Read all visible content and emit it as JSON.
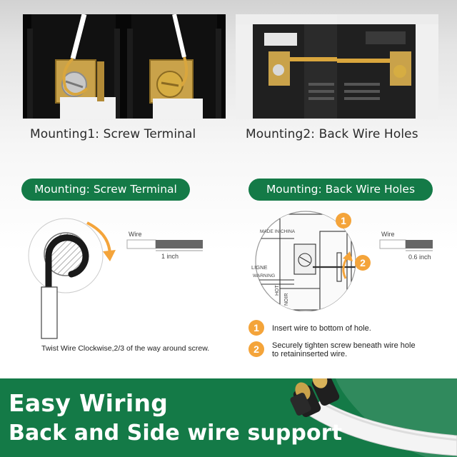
{
  "top_section": {
    "caption_left": "Mounting1: Screw Terminal",
    "caption_right": "Mounting2: Back Wire Holes"
  },
  "screw_terminal": {
    "title": "Mounting: Screw Terminal",
    "wire_label": "Wire",
    "length_label": "1 inch",
    "instruction": "Twist Wire Clockwise,2/3 of the way around screw."
  },
  "back_wire": {
    "title": "Mounting: Back Wire Holes",
    "wire_label": "Wire",
    "length_label": "0.6 inch",
    "markers": [
      "1",
      "2"
    ],
    "steps": [
      {
        "number": "1",
        "text": "Insert wire to bottom of hole."
      },
      {
        "number": "2",
        "text": "Securely tighten screw beneath wire hole to retaininserted wire."
      }
    ],
    "device_text": [
      "MADE IN CHINA",
      "LIGNE",
      "WARNING",
      "HOT",
      "NOIR"
    ]
  },
  "banner": {
    "line1": "Easy Wiring",
    "line2": "Back and Side wire support"
  },
  "colors": {
    "brand_green": "#147a47",
    "accent_orange": "#f4a43a",
    "brass": "#c9a24a"
  }
}
